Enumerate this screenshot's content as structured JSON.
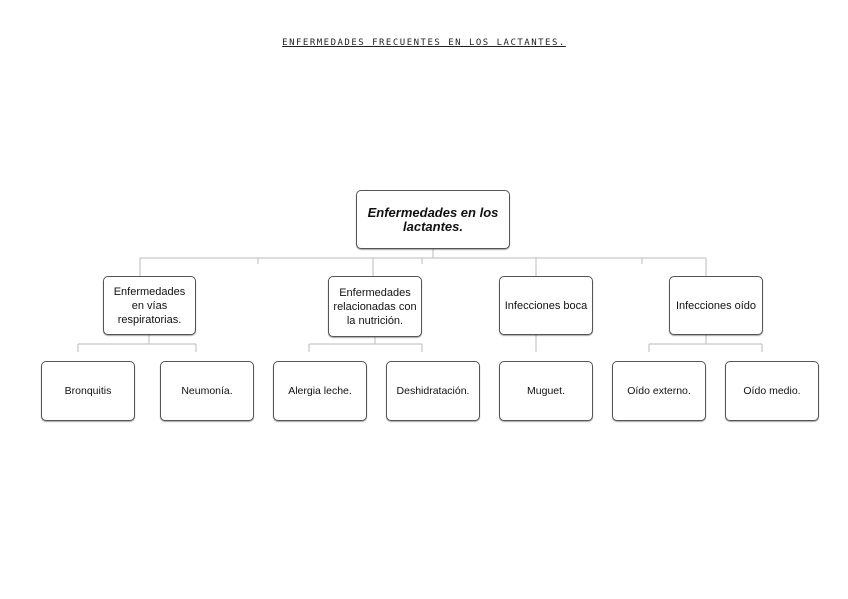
{
  "title": "ENFERMEDADES FRECUENTES EN LOS LACTANTES.",
  "root": {
    "label": "Enfermedades en los lactantes."
  },
  "categories": [
    {
      "label": "Enfermedades en vías respiratorias.",
      "children": [
        "Bronquitis",
        "Neumonía."
      ]
    },
    {
      "label": "Enfermedades relacionadas con la nutrición.",
      "children": [
        "Alergia leche.",
        "Deshidratación."
      ]
    },
    {
      "label": "Infecciones boca",
      "children": [
        "Muguet."
      ]
    },
    {
      "label": "Infecciones oído",
      "children": [
        "Oído externo.",
        "Oído medio."
      ]
    }
  ],
  "colors": {
    "border": "#555555",
    "connector": "#bbbbbb",
    "background": "#ffffff"
  }
}
